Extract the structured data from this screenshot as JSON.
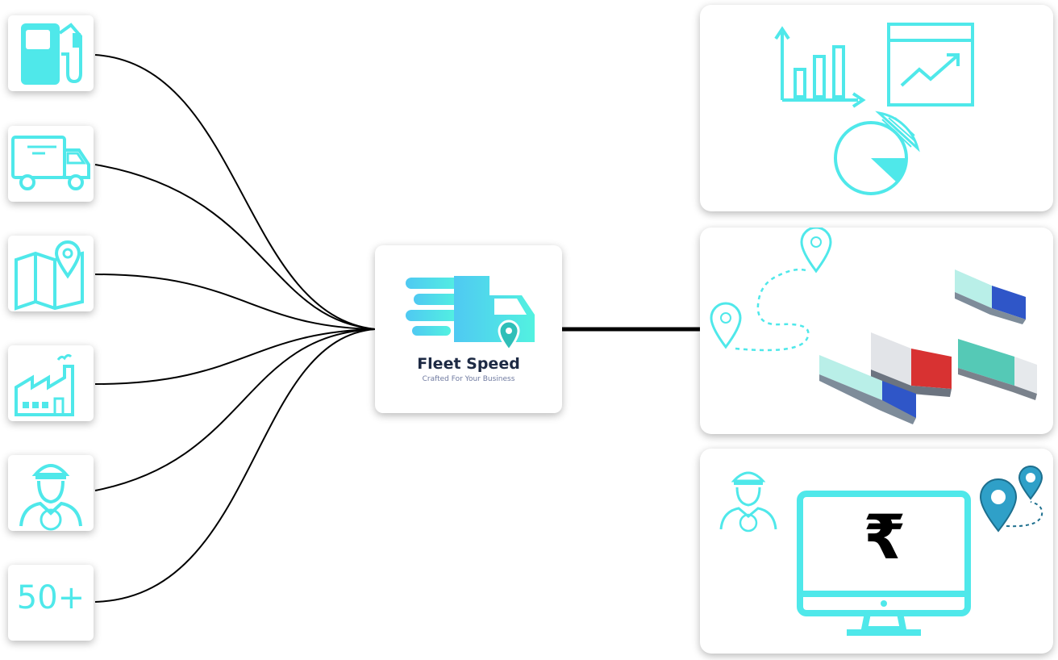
{
  "brand": {
    "name": "Fleet Speed",
    "tagline": "Crafted For Your Business"
  },
  "left_items": [
    {
      "icon": "fuel-pump-icon"
    },
    {
      "icon": "delivery-truck-icon"
    },
    {
      "icon": "map-pin-icon"
    },
    {
      "icon": "factory-icon"
    },
    {
      "icon": "driver-icon"
    },
    {
      "icon": "count-badge",
      "text": "50+"
    }
  ],
  "right_panels": [
    {
      "icon": "analytics-charts-icon"
    },
    {
      "icon": "route-trucks-icon"
    },
    {
      "icon": "monitor-payment-icon",
      "currency_symbol": "₹"
    }
  ],
  "colors": {
    "accent": "#4fe8ea",
    "line": "#000000",
    "title": "#1d2a44",
    "pin_blue": "#2fa0c8"
  }
}
